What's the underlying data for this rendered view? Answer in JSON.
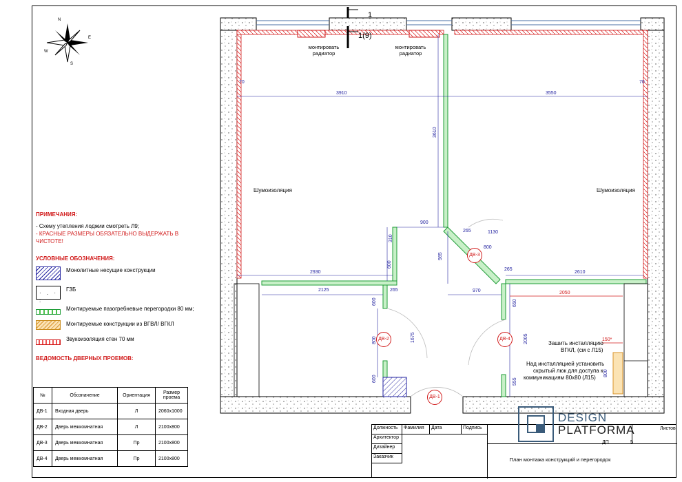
{
  "compass": {
    "n": "N",
    "s": "S",
    "w": "W",
    "e": "E"
  },
  "section_marks": {
    "top": "1",
    "mid": "1(9)"
  },
  "radiator_labels": [
    "монтировать радиатор",
    "монтировать радиатор"
  ],
  "dims_blue": {
    "d70_left": "70",
    "d3910": "3910",
    "d3550": "3550",
    "d70_right": "70",
    "d3610": "3610",
    "d900": "900",
    "d310": "310",
    "d600": "600",
    "d985": "985",
    "d2930": "2930",
    "d2125": "2125",
    "d265": "265",
    "d970": "970",
    "d2610": "2610",
    "d1675": "1675",
    "d800_l": "800",
    "d600_b": "600",
    "d650": "650",
    "d2005": "2005",
    "d555": "555",
    "d265b": "265",
    "d800_d": "800",
    "d1130": "1130",
    "d265c": "265",
    "d800_v": "800"
  },
  "dims_red": {
    "d2050": "2050",
    "d150": "150*"
  },
  "wall_labels": [
    "Шумоизоляция",
    "Шумоизоляция"
  ],
  "install_notes": [
    "Зашить инсталляцию",
    "ВГКЛ, (см с Л15)",
    "Над инсталляцией установить",
    "скрытый люк для доступа к",
    "коммуникациям 80х80 (Л15)"
  ],
  "doors_on_plan": [
    "ДВ-1",
    "ДВ-2",
    "ДВ-3",
    "ДВ-4"
  ],
  "notes": {
    "header": "ПРИМЕЧАНИЯ:",
    "line1": "- Схему утепления лоджии смотреть Л9;",
    "line2": "- КРАСНЫЕ РАЗМЕРЫ ОБЯЗАТЕЛЬНО ВЫДЕРЖАТЬ В ЧИСТОТЕ!",
    "legend_header": "УСЛОВНЫЕ ОБОЗНАЧЕНИЯ:",
    "legend": [
      "Монолитные несущие конструкции",
      "ГЗБ",
      "Монтируемые пазогребневые перегородки 80 мм;",
      "Монтируемые конструкции из ВГВЛ/ ВГКЛ",
      "Звукоизоляция стен 70 мм"
    ],
    "doors_header": "ВЕДОМОСТЬ ДВЕРНЫХ ПРОЕМОВ:"
  },
  "door_table": {
    "headers": [
      "№",
      "Обозначение",
      "Ориентация",
      "Размер проема"
    ],
    "rows": [
      [
        "ДВ-1",
        "Входная дверь",
        "Л",
        "2060х1000"
      ],
      [
        "ДВ-2",
        "Дверь межкомнатная",
        "Л",
        "2100х800"
      ],
      [
        "ДВ-3",
        "Дверь межкомнатная",
        "Пр",
        "2100х800"
      ],
      [
        "ДВ-4",
        "Дверь межкомнатная",
        "Пр",
        "2100х800"
      ]
    ]
  },
  "stamp": {
    "h_dolzh": "Должность",
    "h_fam": "Фамилия",
    "h_data": "Дата",
    "h_podp": "Подпись",
    "r1": "Архитектор",
    "r2": "Дизайнер",
    "r3": "Заказчик",
    "list_lbl": "Листов",
    "sheet_code": "ДП",
    "sheet_num": "5",
    "title": "План монтажа конструкций и перегородок"
  },
  "logo": {
    "line1": "DESIGN",
    "line2": "PLATFORMA"
  },
  "colors": {
    "red": "#d11a1a",
    "green": "#1e9c36",
    "blue": "#2323a0",
    "orange": "#d9932b"
  }
}
